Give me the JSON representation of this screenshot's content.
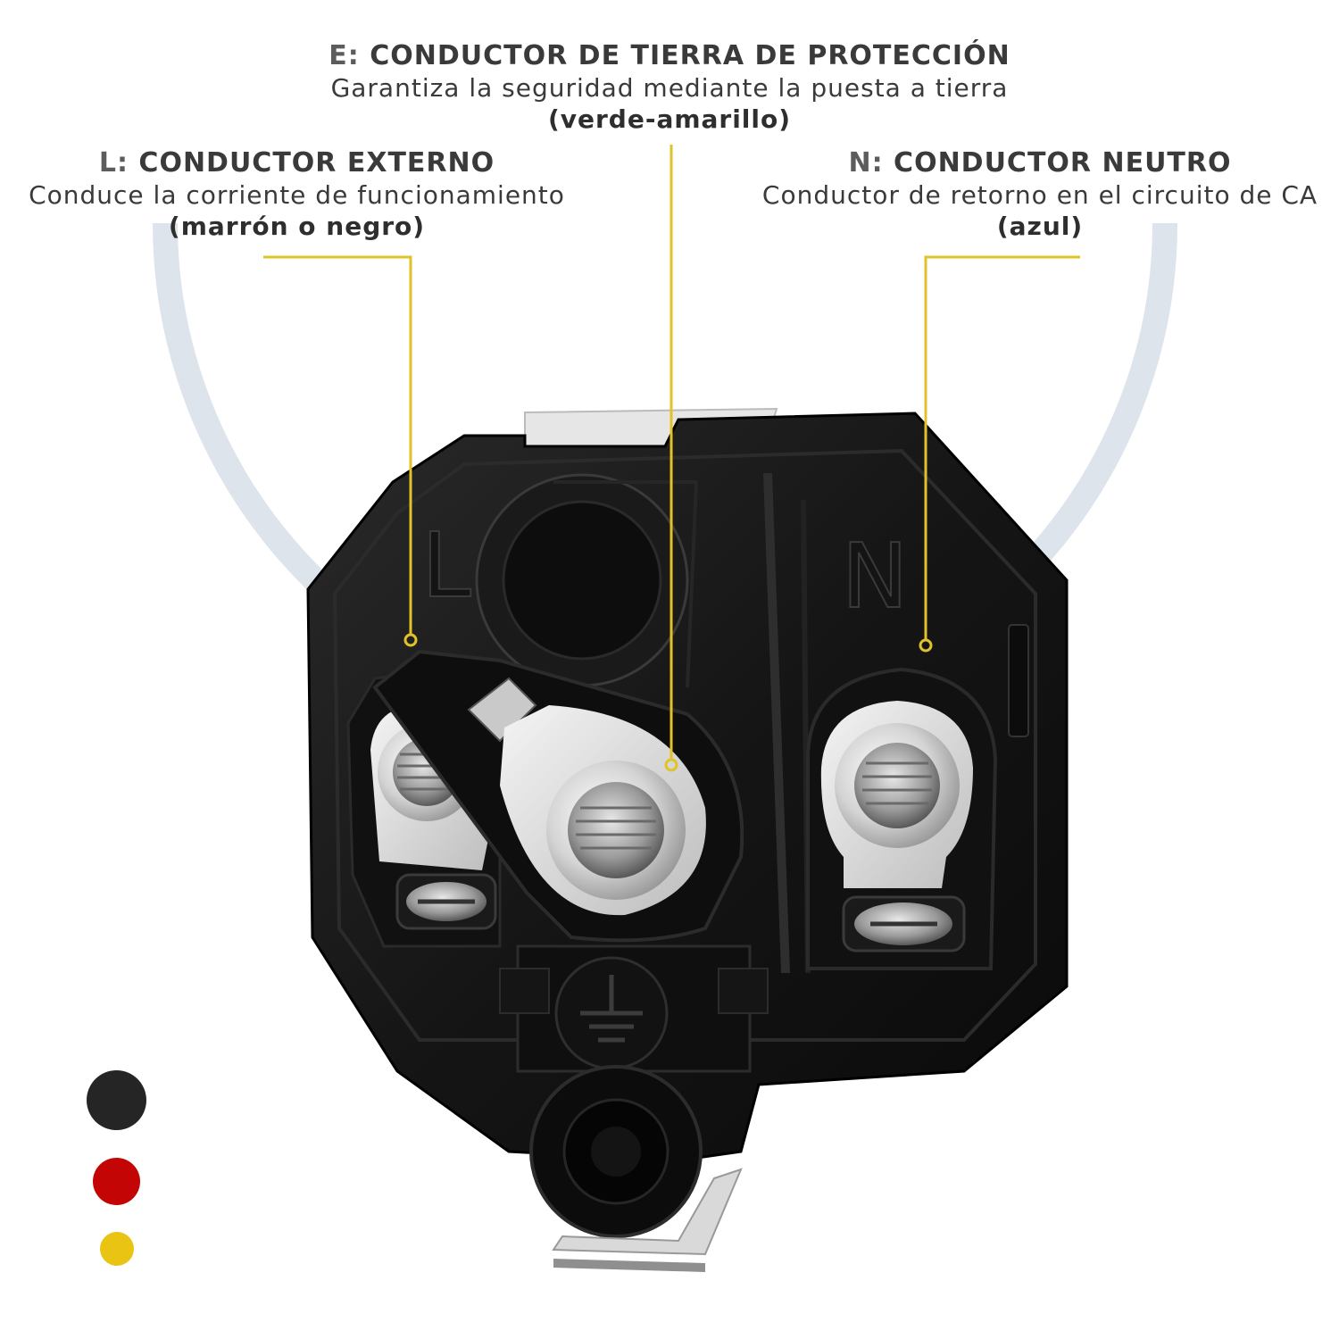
{
  "labels": {
    "earth": {
      "code": "E:",
      "title": "CONDUCTOR DE TIERRA DE PROTECCIÓN",
      "description": "Garantiza la seguridad mediante la puesta a tierra",
      "color_note": "(verde-amarillo)"
    },
    "line": {
      "code": "L:",
      "title": "CONDUCTOR EXTERNO",
      "description": "Conduce la corriente de funcionamiento",
      "color_note": "(marrón o negro)"
    },
    "neutral": {
      "code": "N:",
      "title": "CONDUCTOR NEUTRO",
      "description": "Conductor de retorno en el circuito de CA",
      "color_note": "(azul)"
    }
  },
  "plug": {
    "mark_line": "L",
    "mark_neutral": "N"
  },
  "colors": {
    "leader_line": "#e2c22a",
    "background_arc": "#dde4ec",
    "plug_body": "#111111",
    "swatches": [
      "#252525",
      "#c30505",
      "#e9c413"
    ]
  }
}
